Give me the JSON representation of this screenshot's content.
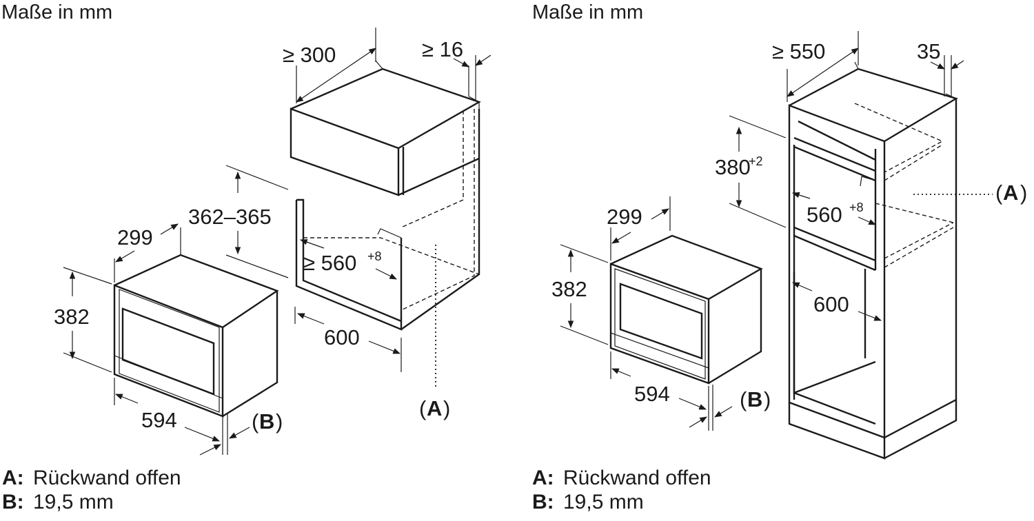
{
  "left": {
    "header": "Maße in mm",
    "dims": {
      "depth_min": "≥ 300",
      "gap_min": "≥ 16",
      "height_range": "362–365",
      "width_inner": "≥ 560",
      "width_inner_tol": "+8",
      "depth_600": "600",
      "appliance_depth": "299",
      "appliance_height": "382",
      "appliance_width": "594",
      "ref_a": "A",
      "ref_b": "B",
      "paren_open": "(",
      "paren_close": ")"
    },
    "legend": [
      {
        "key": "A:",
        "text": "Rückwand offen"
      },
      {
        "key": "B:",
        "text": "19,5 mm"
      }
    ]
  },
  "right": {
    "header": "Maße in mm",
    "dims": {
      "depth_min": "≥ 550",
      "gap": "35",
      "height": "380",
      "height_tol": "+2",
      "width_inner": "560",
      "width_inner_tol": "+8",
      "depth_600": "600",
      "appliance_depth": "299",
      "appliance_height": "382",
      "appliance_width": "594",
      "ref_a": "A",
      "ref_b": "B",
      "paren_open": "(",
      "paren_close": ")"
    },
    "legend": [
      {
        "key": "A:",
        "text": "Rückwand offen"
      },
      {
        "key": "B:",
        "text": "19,5 mm"
      }
    ]
  }
}
